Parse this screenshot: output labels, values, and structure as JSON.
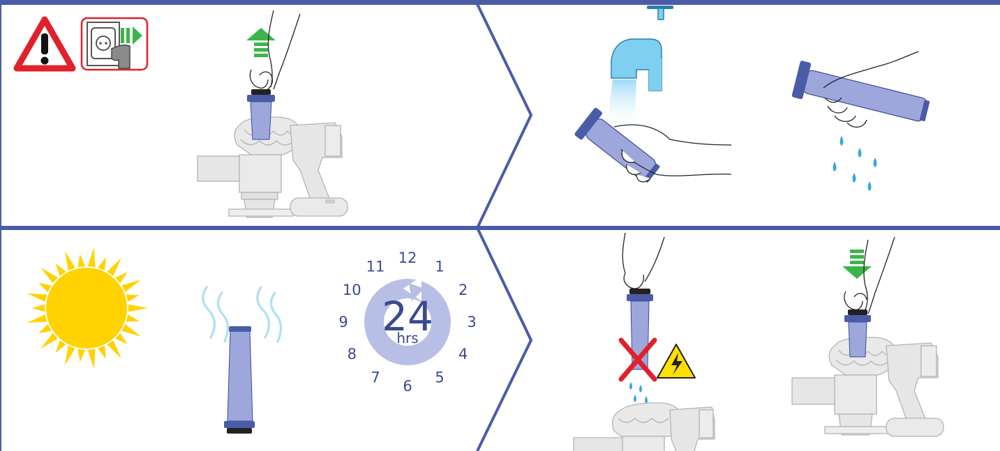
{
  "colors": {
    "frame": "#4a5ca8",
    "filter": "#9ea7dc",
    "filter_dark": "#3b4a8f",
    "arrow_green": "#3bb54a",
    "water": "#3aa6e0",
    "tap": "#7fcff0",
    "sun": "#ffd200",
    "warning_red": "#e0202b",
    "warning_yellow": "#ffe000",
    "x_red": "#e0202b",
    "vacuum_gray": "#e6e6e6",
    "clock_ring": "#b8bfe6"
  },
  "icons": {
    "warning": "warning-triangle-icon",
    "unplug": "unplug-icon",
    "pull_up": "arrow-up-icon",
    "push_down": "arrow-down-icon",
    "tap": "tap-icon",
    "sun": "sun-icon",
    "electric_hazard": "electric-hazard-icon",
    "do_not": "red-x-icon"
  },
  "clock": {
    "numbers": [
      "12",
      "1",
      "2",
      "3",
      "4",
      "5",
      "6",
      "7",
      "8",
      "9",
      "10",
      "11"
    ],
    "duration": "24",
    "unit": "hrs"
  }
}
